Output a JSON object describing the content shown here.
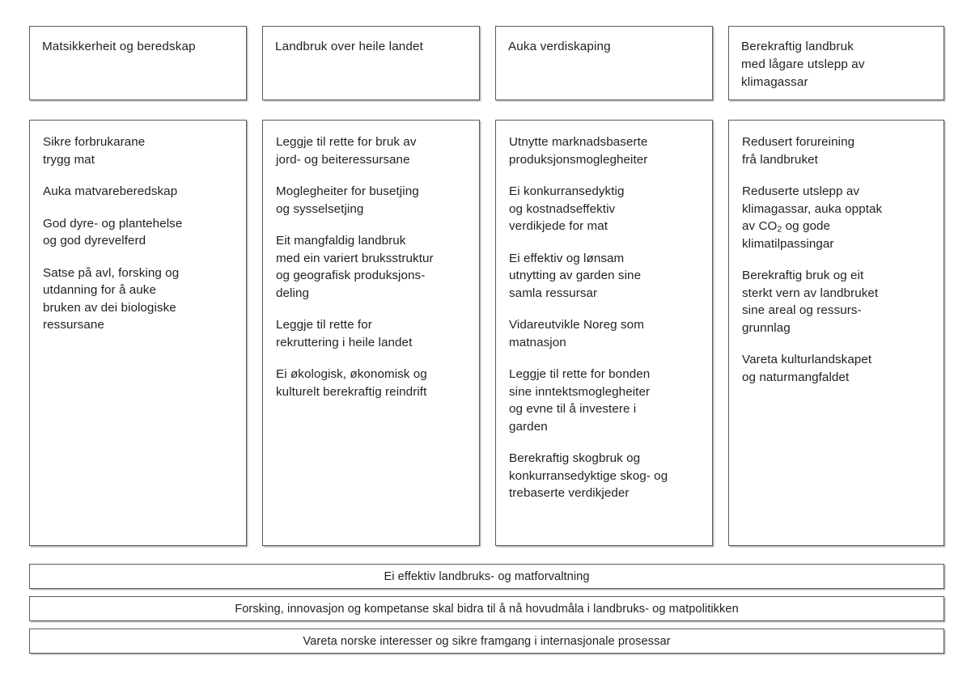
{
  "figure": {
    "background": "#ffffff",
    "text_color": "#231f20",
    "border_color": "#5a5a5a",
    "shadow_color": "#b9b9b9"
  },
  "columns": [
    {
      "header": "Matsikkerheit og beredskap",
      "items": [
        "Sikre forbrukarane\ntrygg mat",
        "Auka matvareberedskap",
        "God dyre- og plantehelse\nog god dyrevelferd",
        "Satse på avl, forsking og\nutdanning for å auke\nbruken av dei biologiske\nressursane"
      ]
    },
    {
      "header": "Landbruk over heile landet",
      "items": [
        "Leggje til rette for bruk av\njord- og beiteressursane",
        "Moglegheiter for busetjing\nog sysselsetjing",
        "Eit mangfaldig landbruk\nmed ein variert bruksstruktur\nog geografisk produksjons-\ndeling",
        "Leggje til rette for\nrekruttering i heile landet",
        "Ei økologisk, økonomisk og\nkulturelt berekraftig reindrift"
      ]
    },
    {
      "header": "Auka verdiskaping",
      "items": [
        "Utnytte marknadsbaserte\nproduksjonsmoglegheiter",
        "Ei konkurransedyktig\nog kostnadseffektiv\nverdikjede for mat",
        "Ei effektiv og lønsam\nutnytting av garden sine\nsamla ressursar",
        "Vidareutvikle Noreg som\nmatnasjon",
        "Leggje til rette for bonden\nsine inntektsmoglegheiter\nog evne til å investere i\ngarden",
        "Berekraftig skogbruk og\nkonkurransedyktige skog- og\ntrebaserte verdikjeder"
      ]
    },
    {
      "header": "Berekraftig landbruk\nmed lågare utslepp av\nklimagassar",
      "items": [
        "Redusert forureining\nfrå landbruket",
        "REDUSERTE_UTSLEPP_SPECIAL",
        "Berekraftig bruk og eit\nsterkt vern av landbruket\nsine areal og ressurs-\ngrunnlag",
        "Vareta kulturlandskapet\nog naturmangfaldet"
      ]
    }
  ],
  "column4_special_item": {
    "line1": "Reduserte utslepp av",
    "line2": "klimagassar, auka opptak",
    "line3_prefix": "av CO",
    "line3_sub": "2",
    "line3_suffix": " og gode",
    "line4": "klimatilpassingar"
  },
  "bars": [
    "Ei effektiv landbruks- og matforvaltning",
    "Forsking, innovasjon og kompetanse skal bidra til å nå hovudmåla i landbruks- og matpolitikken",
    "Vareta norske interesser og sikre framgang i internasjonale prosessar"
  ]
}
